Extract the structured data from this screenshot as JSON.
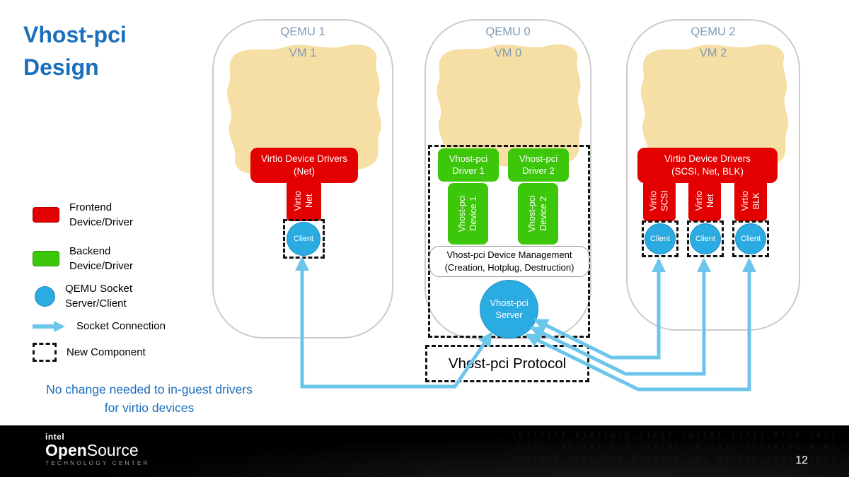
{
  "slide": {
    "title_line1": "Vhost-pci",
    "title_line2": "Design",
    "note_line1": "No change needed to in-guest drivers",
    "note_line2": "for virtio devices"
  },
  "legend": {
    "items": [
      {
        "line1": "Frontend",
        "line2": "Device/Driver"
      },
      {
        "line1": "Backend",
        "line2": "Device/Driver"
      },
      {
        "line1": "QEMU Socket",
        "line2": "Server/Client"
      },
      {
        "line1": "Socket Connection"
      },
      {
        "line1": "New Component"
      }
    ]
  },
  "qemu1": {
    "label": "QEMU 1",
    "vm_label": "VM 1",
    "frontend_line1": "Virtio Device Drivers",
    "frontend_line2": "(Net)",
    "device_line1": "Virtio",
    "device_line2": "Net",
    "client_label": "Client"
  },
  "qemu0": {
    "label": "QEMU 0",
    "vm_label": "VM 0",
    "drivers": [
      {
        "line1": "Vhost-pci",
        "line2": "Driver 1"
      },
      {
        "line1": "Vhost-pci",
        "line2": "Driver 2"
      }
    ],
    "devices": [
      {
        "line1": "Vhost-pci",
        "line2": "Device 1"
      },
      {
        "line1": "Vhost-pci",
        "line2": "Device 2"
      }
    ],
    "management_line1": "Vhost-pci Device Management",
    "management_line2": "(Creation, Hotplug, Destruction)",
    "server_line1": "Vhost-pci",
    "server_line2": "Server",
    "protocol_label": "Vhost-pci Protocol"
  },
  "qemu2": {
    "label": "QEMU 2",
    "vm_label": "VM 2",
    "frontend_line1": "Virtio Device Drivers",
    "frontend_line2": "(SCSI, Net, BLK)",
    "devices": [
      {
        "line1": "Virtio",
        "line2": "SCSI"
      },
      {
        "line1": "Virtio",
        "line2": "Net"
      },
      {
        "line1": "Virtio",
        "line2": "BLK"
      }
    ],
    "clients": [
      "Client",
      "Client",
      "Client"
    ]
  },
  "footer": {
    "brand_top": "intel",
    "brand_main_bold": "Open",
    "brand_main_light": "Source",
    "brand_sub": "TECHNOLOGY CENTER",
    "page_number": "12",
    "pattern": "10110101 01011010 11010 101101 01011 0110 1011\n01011 101101 010 110101 1011010 10110101 0101\n1011010 0101 101 0110110 101 011010 1101 01011"
  },
  "colors": {
    "accent_blue": "#1a6fbd",
    "frontend_red": "#e30000",
    "backend_green": "#3dc70a",
    "socket_blue": "#2aabe2",
    "arrow_blue": "#6cc5ea",
    "vm_tan": "#f6dfa4",
    "qemu_label_gray": "#7e9ab3"
  }
}
